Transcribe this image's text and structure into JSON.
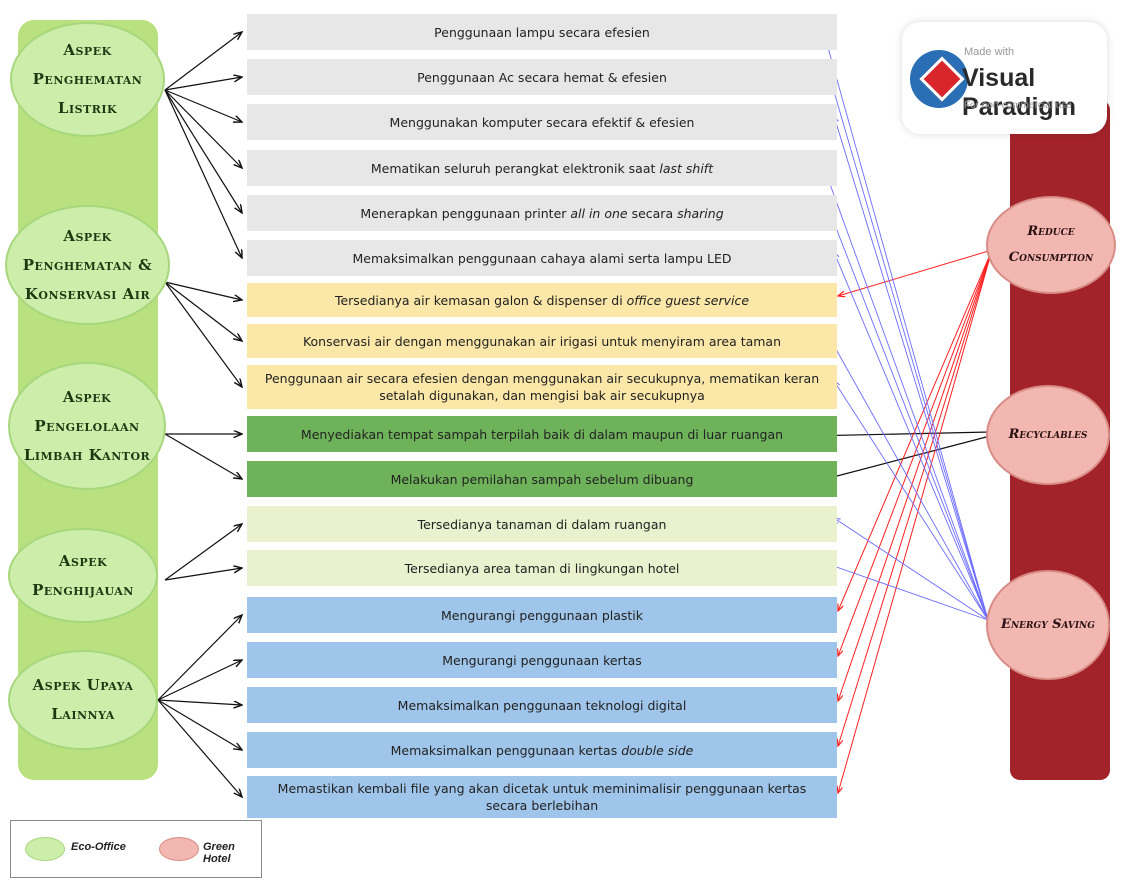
{
  "eco_office_aspects": [
    "Aspek Penghematan Listrik",
    "Aspek Penghematan & Konservasi Air",
    "Aspek Pengelolaan Limbah Kantor",
    "Aspek Penghijauan",
    "Aspek Upaya Lainnya"
  ],
  "green_hotel_categories": [
    "Reduce Consumption",
    "Recyclables",
    "Energy Saving"
  ],
  "activities": [
    {
      "text": "Penggunaan lampu secara efesien"
    },
    {
      "text": "Penggunaan Ac secara hemat & efesien"
    },
    {
      "text": "Menggunakan komputer secara efektif & efesien"
    },
    {
      "pre": "Mematikan seluruh perangkat elektronik saat ",
      "em": "last shift"
    },
    {
      "pre": "Menerapkan penggunaan printer ",
      "em": "all in one",
      "mid": " secara ",
      "em2": "sharing"
    },
    {
      "text": "Memaksimalkan penggunaan cahaya alami serta lampu LED"
    },
    {
      "pre": "Tersedianya air kemasan galon & dispenser di ",
      "em": "office guest service"
    },
    {
      "text": "Konservasi air dengan menggunakan air irigasi untuk menyiram area taman"
    },
    {
      "text": "Penggunaan air secara efesien dengan menggunakan air secukupnya, mematikan keran setalah digunakan, dan mengisi bak air secukupnya"
    },
    {
      "text": "Menyediakan tempat sampah terpilah baik di dalam maupun di luar ruangan"
    },
    {
      "text": "Melakukan pemilahan sampah sebelum dibuang"
    },
    {
      "text": "Tersedianya tanaman di dalam ruangan"
    },
    {
      "text": "Tersedianya area taman di lingkungan hotel"
    },
    {
      "text": "Mengurangi penggunaan plastik"
    },
    {
      "text": "Mengurangi penggunaan kertas"
    },
    {
      "text": "Memaksimalkan penggunaan teknologi digital"
    },
    {
      "pre": "Memaksimalkan penggunaan kertas ",
      "em": "double side"
    },
    {
      "text": "Memastikan kembali file yang akan dicetak untuk meminimalisir penggunaan kertas secara berlebihan"
    }
  ],
  "logo": {
    "made_with": "Made with",
    "brand": "Visual Paradigm",
    "usage": "For non-commercial use"
  },
  "legend": {
    "eco_office": "Eco-Office",
    "green_hotel": "Green Hotel"
  },
  "colors": {
    "eco_office": "#cdeeaa",
    "green_hotel": "#f2b7b1",
    "right_band": "#a3232a",
    "energy_arrows": "#6b6bff",
    "reduce_arrows": "#ff2020",
    "recycle_arrows": "#111111"
  }
}
